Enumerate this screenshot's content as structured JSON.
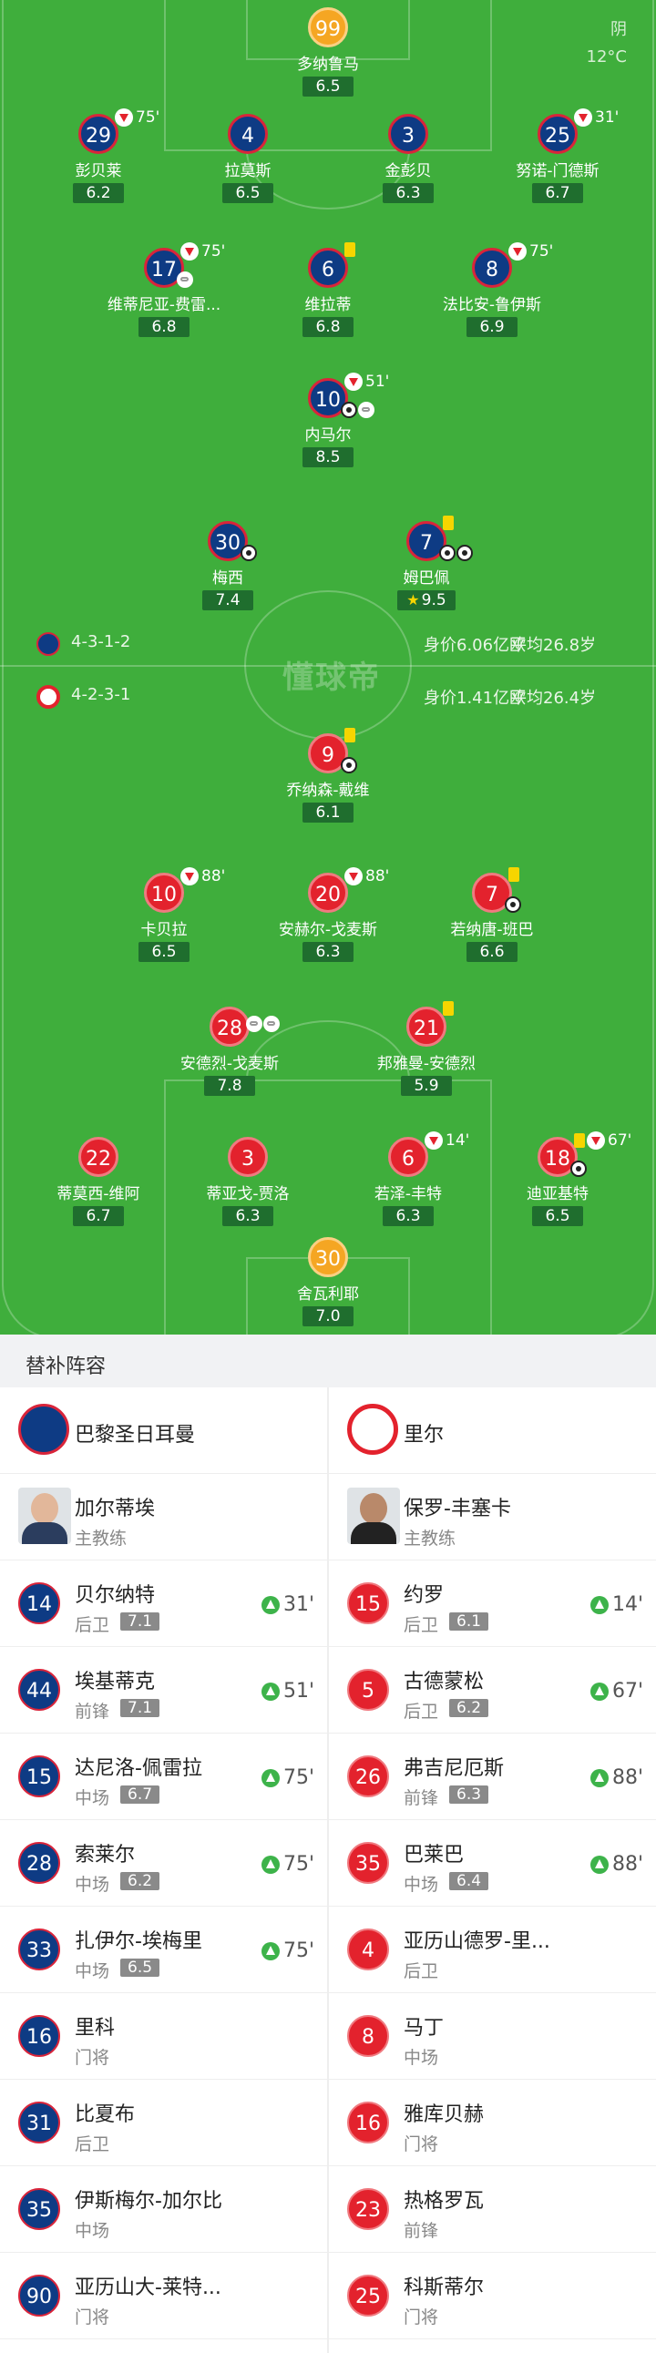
{
  "weather": {
    "condition": "阴",
    "temp": "12°C"
  },
  "psg_gk": {
    "number": "99",
    "name": "多纳鲁马",
    "rating": "6.5"
  },
  "psg_def": [
    {
      "number": "29",
      "name": "彭贝莱",
      "rating": "6.2",
      "sub": "75'"
    },
    {
      "number": "4",
      "name": "拉莫斯",
      "rating": "6.5"
    },
    {
      "number": "3",
      "name": "金彭贝",
      "rating": "6.3"
    },
    {
      "number": "25",
      "name": "努诺-门德斯",
      "rating": "6.7",
      "sub": "31'"
    }
  ],
  "psg_mid": [
    {
      "number": "17",
      "name": "维蒂尼亚-费雷...",
      "rating": "6.8",
      "sub": "75'"
    },
    {
      "number": "6",
      "name": "维拉蒂",
      "rating": "6.8"
    },
    {
      "number": "8",
      "name": "法比安-鲁伊斯",
      "rating": "6.9",
      "sub": "75'"
    }
  ],
  "psg_am": {
    "number": "10",
    "name": "内马尔",
    "rating": "8.5",
    "sub": "51'"
  },
  "psg_fw": [
    {
      "number": "30",
      "name": "梅西",
      "rating": "7.4"
    },
    {
      "number": "7",
      "name": "姆巴佩",
      "rating": "9.5"
    }
  ],
  "psg_info": {
    "formation": "4-3-1-2",
    "value": "身价6.06亿欧",
    "avg": "平均26.8岁"
  },
  "lil_info": {
    "formation": "4-2-3-1",
    "value": "身价1.41亿欧",
    "avg": "平均26.4岁"
  },
  "watermark": "懂球帝",
  "lil_fw": {
    "number": "9",
    "name": "乔纳森-戴维",
    "rating": "6.1"
  },
  "lil_am": [
    {
      "number": "10",
      "name": "卡贝拉",
      "rating": "6.5",
      "sub": "88'"
    },
    {
      "number": "20",
      "name": "安赫尔-戈麦斯",
      "rating": "6.3",
      "sub": "88'"
    },
    {
      "number": "7",
      "name": "若纳唐-班巴",
      "rating": "6.6"
    }
  ],
  "lil_dm": [
    {
      "number": "28",
      "name": "安德烈-戈麦斯",
      "rating": "7.8"
    },
    {
      "number": "21",
      "name": "邦雅曼-安德烈",
      "rating": "5.9"
    }
  ],
  "lil_def": [
    {
      "number": "22",
      "name": "蒂莫西-维阿",
      "rating": "6.7"
    },
    {
      "number": "3",
      "name": "蒂亚戈-贾洛",
      "rating": "6.3"
    },
    {
      "number": "6",
      "name": "若泽-丰特",
      "rating": "6.3",
      "sub": "14'"
    },
    {
      "number": "18",
      "name": "迪亚基特",
      "rating": "6.5",
      "sub": "67'"
    }
  ],
  "lil_gk": {
    "number": "30",
    "name": "舍瓦利耶",
    "rating": "7.0"
  },
  "subs": {
    "title": "替补阵容",
    "left": {
      "team": "巴黎圣日耳曼",
      "coach": {
        "name": "加尔蒂埃",
        "role": "主教练"
      },
      "players": [
        {
          "number": "14",
          "name": "贝尔纳特",
          "role": "后卫",
          "rating": "7.1",
          "in": "31'"
        },
        {
          "number": "44",
          "name": "埃基蒂克",
          "role": "前锋",
          "rating": "7.1",
          "in": "51'"
        },
        {
          "number": "15",
          "name": "达尼洛-佩雷拉",
          "role": "中场",
          "rating": "6.7",
          "in": "75'"
        },
        {
          "number": "28",
          "name": "索莱尔",
          "role": "中场",
          "rating": "6.2",
          "in": "75'"
        },
        {
          "number": "33",
          "name": "扎伊尔-埃梅里",
          "role": "中场",
          "rating": "6.5",
          "in": "75'"
        },
        {
          "number": "16",
          "name": "里科",
          "role": "门将"
        },
        {
          "number": "31",
          "name": "比夏布",
          "role": "后卫"
        },
        {
          "number": "35",
          "name": "伊斯梅尔-加尔比",
          "role": "中场"
        },
        {
          "number": "90",
          "name": "亚历山大-莱特...",
          "role": "门将"
        }
      ]
    },
    "right": {
      "team": "里尔",
      "coach": {
        "name": "保罗-丰塞卡",
        "role": "主教练"
      },
      "players": [
        {
          "number": "15",
          "name": "约罗",
          "role": "后卫",
          "rating": "6.1",
          "in": "14'"
        },
        {
          "number": "5",
          "name": "古德蒙松",
          "role": "后卫",
          "rating": "6.2",
          "in": "67'"
        },
        {
          "number": "26",
          "name": "弗吉尼厄斯",
          "role": "前锋",
          "rating": "6.3",
          "in": "88'"
        },
        {
          "number": "35",
          "name": "巴莱巴",
          "role": "中场",
          "rating": "6.4",
          "in": "88'"
        },
        {
          "number": "4",
          "name": "亚历山德罗-里...",
          "role": "后卫"
        },
        {
          "number": "8",
          "name": "马丁",
          "role": "中场"
        },
        {
          "number": "16",
          "name": "雅库贝赫",
          "role": "门将"
        },
        {
          "number": "23",
          "name": "热格罗瓦",
          "role": "前锋"
        },
        {
          "number": "25",
          "name": "科斯蒂尔",
          "role": "门将"
        }
      ]
    }
  },
  "colors": {
    "pitch": "#3fae3c",
    "psg": "#0e3b84",
    "lille": "#e3222d",
    "gk": "#f5a623"
  }
}
